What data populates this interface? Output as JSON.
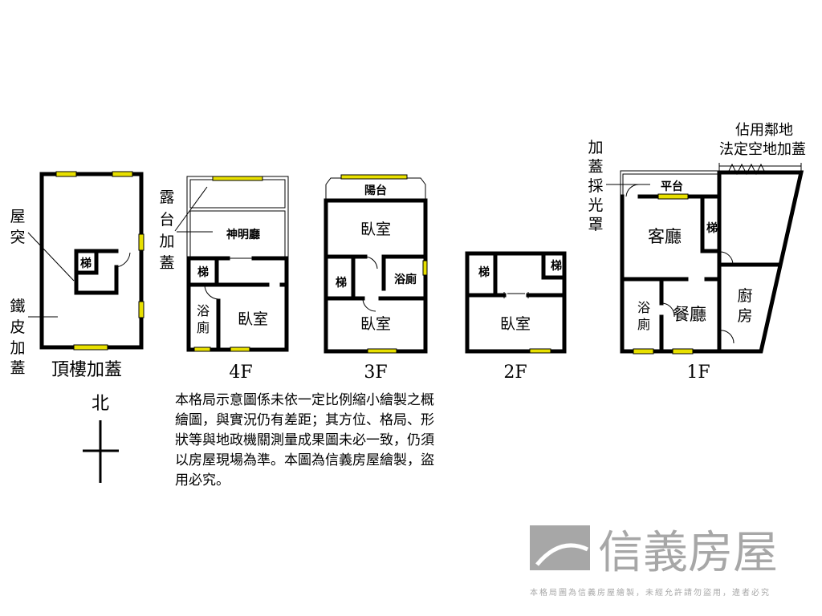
{
  "colors": {
    "wall": "#000000",
    "window": "#e8e000",
    "watermark": "#8a8a8a"
  },
  "rooftop": {
    "title": "頂樓加蓋",
    "label_a": [
      "屋",
      "突"
    ],
    "label_b": [
      "鐵",
      "皮",
      "加",
      "蓋"
    ],
    "stair": "梯"
  },
  "floor4": {
    "title": "4F",
    "balcony_note": [
      "露",
      "台",
      "加",
      "蓋"
    ],
    "shrine": "神明廳",
    "stair": "梯",
    "bath": [
      "浴",
      "廁"
    ],
    "bedroom": "臥室"
  },
  "floor3": {
    "title": "3F",
    "balcony": "陽台",
    "bedroom_top": "臥室",
    "stair": "梯",
    "bath": "浴廁",
    "bedroom_bottom": "臥室"
  },
  "floor2": {
    "title": "2F",
    "stair_left": "梯",
    "stair_right": "梯",
    "bedroom": "臥室"
  },
  "floor1": {
    "title": "1F",
    "skylight_note": [
      "加",
      "蓋",
      "採",
      "光",
      "罩"
    ],
    "occupy_note": [
      "佔用鄰地",
      "法定空地加蓋"
    ],
    "platform": "平台",
    "living": "客廳",
    "stair": "梯",
    "bath": [
      "浴",
      "廁"
    ],
    "dining": "餐廳",
    "kitchen": [
      "廚",
      "房"
    ]
  },
  "north": {
    "label": "北"
  },
  "watermark": {
    "brand": "信義房屋",
    "notice": "本格局圖為信義房屋繪製，未經允許請勿盜用，違者必究"
  },
  "disclaimer": [
    "本格局示意圖係未依一定比例縮小繪製之概",
    "繪圖，與實況仍有差距；其方位、格局、形",
    "狀等與地政機關測量成果圖未必一致，仍須",
    "以房屋現場為準。本圖為信義房屋繪製，盜",
    "用必究。"
  ]
}
